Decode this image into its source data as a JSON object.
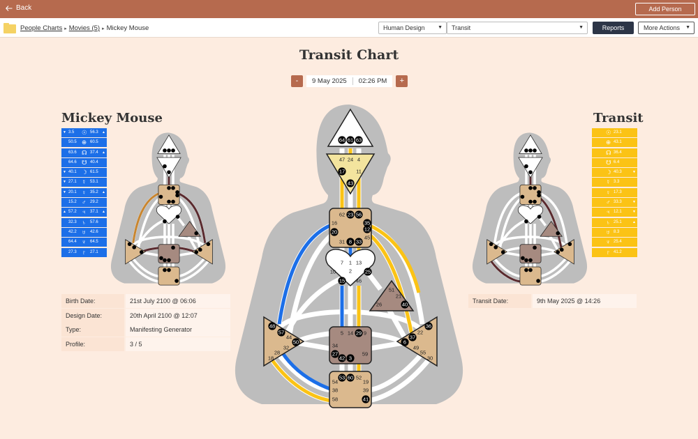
{
  "topbar": {
    "back_label": "Back",
    "add_person_label": "Add Person"
  },
  "breadcrumb": {
    "items": [
      "People Charts",
      "Movies (5)",
      "Mickey Mouse"
    ]
  },
  "toolbar": {
    "system_select": "Human Design",
    "chart_select": "Transit",
    "reports_label": "Reports",
    "more_actions_label": "More Actions"
  },
  "page": {
    "title": "Transit Chart",
    "date": "9 May 2025",
    "time": "02:26 PM",
    "decrement_label": "-",
    "increment_label": "+"
  },
  "personality": {
    "name": "Mickey Mouse",
    "planets": [
      {
        "left": "3.5",
        "symbol": "☉",
        "right": "56.3",
        "arrow_left": "▼",
        "arrow_right": "▲"
      },
      {
        "left": "50.5",
        "symbol": "⊕",
        "right": "60.5",
        "arrow_left": "",
        "arrow_right": ""
      },
      {
        "left": "63.6",
        "symbol": "☊",
        "right": "37.4",
        "arrow_left": "",
        "arrow_right": "▲"
      },
      {
        "left": "64.6",
        "symbol": "☋",
        "right": "40.4",
        "arrow_left": "",
        "arrow_right": ""
      },
      {
        "left": "40.1",
        "symbol": "☽",
        "right": "61.5",
        "arrow_left": "▼",
        "arrow_right": ""
      },
      {
        "left": "27.1",
        "symbol": "☿",
        "right": "53.1",
        "arrow_left": "▼",
        "arrow_right": ""
      },
      {
        "left": "20.1",
        "symbol": "♀",
        "right": "35.2",
        "arrow_left": "▼",
        "arrow_right": "▲"
      },
      {
        "left": "15.2",
        "symbol": "♂",
        "right": "29.2",
        "arrow_left": "",
        "arrow_right": ""
      },
      {
        "left": "57.2",
        "symbol": "♃",
        "right": "37.1",
        "arrow_left": "▲",
        "arrow_right": "▲"
      },
      {
        "left": "32.3",
        "symbol": "♄",
        "right": "57.6",
        "arrow_left": "",
        "arrow_right": ""
      },
      {
        "left": "42.2",
        "symbol": "♅",
        "right": "42.6",
        "arrow_left": "",
        "arrow_right": ""
      },
      {
        "left": "64.4",
        "symbol": "♆",
        "right": "64.5",
        "arrow_left": "",
        "arrow_right": ""
      },
      {
        "left": "27.3",
        "symbol": "♇",
        "right": "27.1",
        "arrow_left": "",
        "arrow_right": ""
      }
    ],
    "details": [
      {
        "label": "Birth Date:",
        "value": "21st July 2100 @ 06:06"
      },
      {
        "label": "Design Date:",
        "value": "20th April 2100 @ 12:07"
      },
      {
        "label": "Type:",
        "value": "Manifesting Generator"
      },
      {
        "label": "Profile:",
        "value": "3 / 5"
      }
    ],
    "more_icon": "···"
  },
  "transit": {
    "name": "Transit",
    "planets": [
      {
        "symbol": "☉",
        "value": "23.1",
        "arrow": ""
      },
      {
        "symbol": "⊕",
        "value": "43.1",
        "arrow": ""
      },
      {
        "symbol": "☊",
        "value": "36.4",
        "arrow": ""
      },
      {
        "symbol": "☋",
        "value": "6.4",
        "arrow": ""
      },
      {
        "symbol": "☽",
        "value": "40.3",
        "arrow": "▼"
      },
      {
        "symbol": "☿",
        "value": "3.3",
        "arrow": ""
      },
      {
        "symbol": "♀",
        "value": "17.3",
        "arrow": ""
      },
      {
        "symbol": "♂",
        "value": "33.3",
        "arrow": "▼"
      },
      {
        "symbol": "♃",
        "value": "12.1",
        "arrow": "▼"
      },
      {
        "symbol": "♄",
        "value": "25.1",
        "arrow": "▲"
      },
      {
        "symbol": "♅",
        "value": "8.3",
        "arrow": ""
      },
      {
        "symbol": "♆",
        "value": "25.4",
        "arrow": ""
      },
      {
        "symbol": "♇",
        "value": "41.2",
        "arrow": ""
      }
    ],
    "details": [
      {
        "label": "Transit Date:",
        "value": "9th May 2025 @ 14:26"
      }
    ]
  },
  "bodygraph": {
    "colors": {
      "personality": "#1c6fe8",
      "transit": "#fbc315",
      "channel": "#ffffff",
      "body": "#bdbdbd",
      "head": "#ffffff",
      "ajna": "#f3e49e",
      "tan": "#dbb98e",
      "brown": "#a68a80",
      "black_gate": "#000000"
    },
    "centers": {
      "head": {
        "gates": [
          "64",
          "61",
          "63"
        ],
        "dark": [
          "64",
          "61",
          "63"
        ]
      },
      "ajna": {
        "gates": [
          "47",
          "24",
          "4",
          "17",
          "11",
          "43"
        ],
        "dark": [
          "17",
          "43"
        ]
      },
      "throat": {
        "gates": [
          "62",
          "23",
          "56",
          "16",
          "35",
          "20",
          "12",
          "45",
          "31",
          "8",
          "33"
        ],
        "dark": [
          "23",
          "56",
          "35",
          "20",
          "12",
          "8",
          "33"
        ]
      },
      "g": {
        "gates": [
          "7",
          "1",
          "13",
          "10",
          "25",
          "15",
          "2",
          "46"
        ],
        "dark": [
          "25",
          "15"
        ]
      },
      "ego": {
        "gates": [
          "51",
          "21",
          "26",
          "40"
        ],
        "dark": [
          "40"
        ]
      },
      "spleen": {
        "gates": [
          "48",
          "57",
          "44",
          "50",
          "32",
          "28",
          "18"
        ],
        "dark": [
          "48",
          "57",
          "50"
        ]
      },
      "sacral": {
        "gates": [
          "5",
          "14",
          "29",
          "34",
          "27",
          "42",
          "3",
          "9",
          "59"
        ],
        "dark": [
          "29",
          "27",
          "42",
          "3"
        ]
      },
      "solar": {
        "gates": [
          "36",
          "22",
          "37",
          "6",
          "49",
          "55",
          "30"
        ],
        "dark": [
          "36",
          "37",
          "6"
        ]
      },
      "root": {
        "gates": [
          "53",
          "60",
          "52",
          "54",
          "19",
          "38",
          "39",
          "58",
          "41"
        ],
        "dark": [
          "53",
          "60",
          "41"
        ]
      }
    }
  }
}
